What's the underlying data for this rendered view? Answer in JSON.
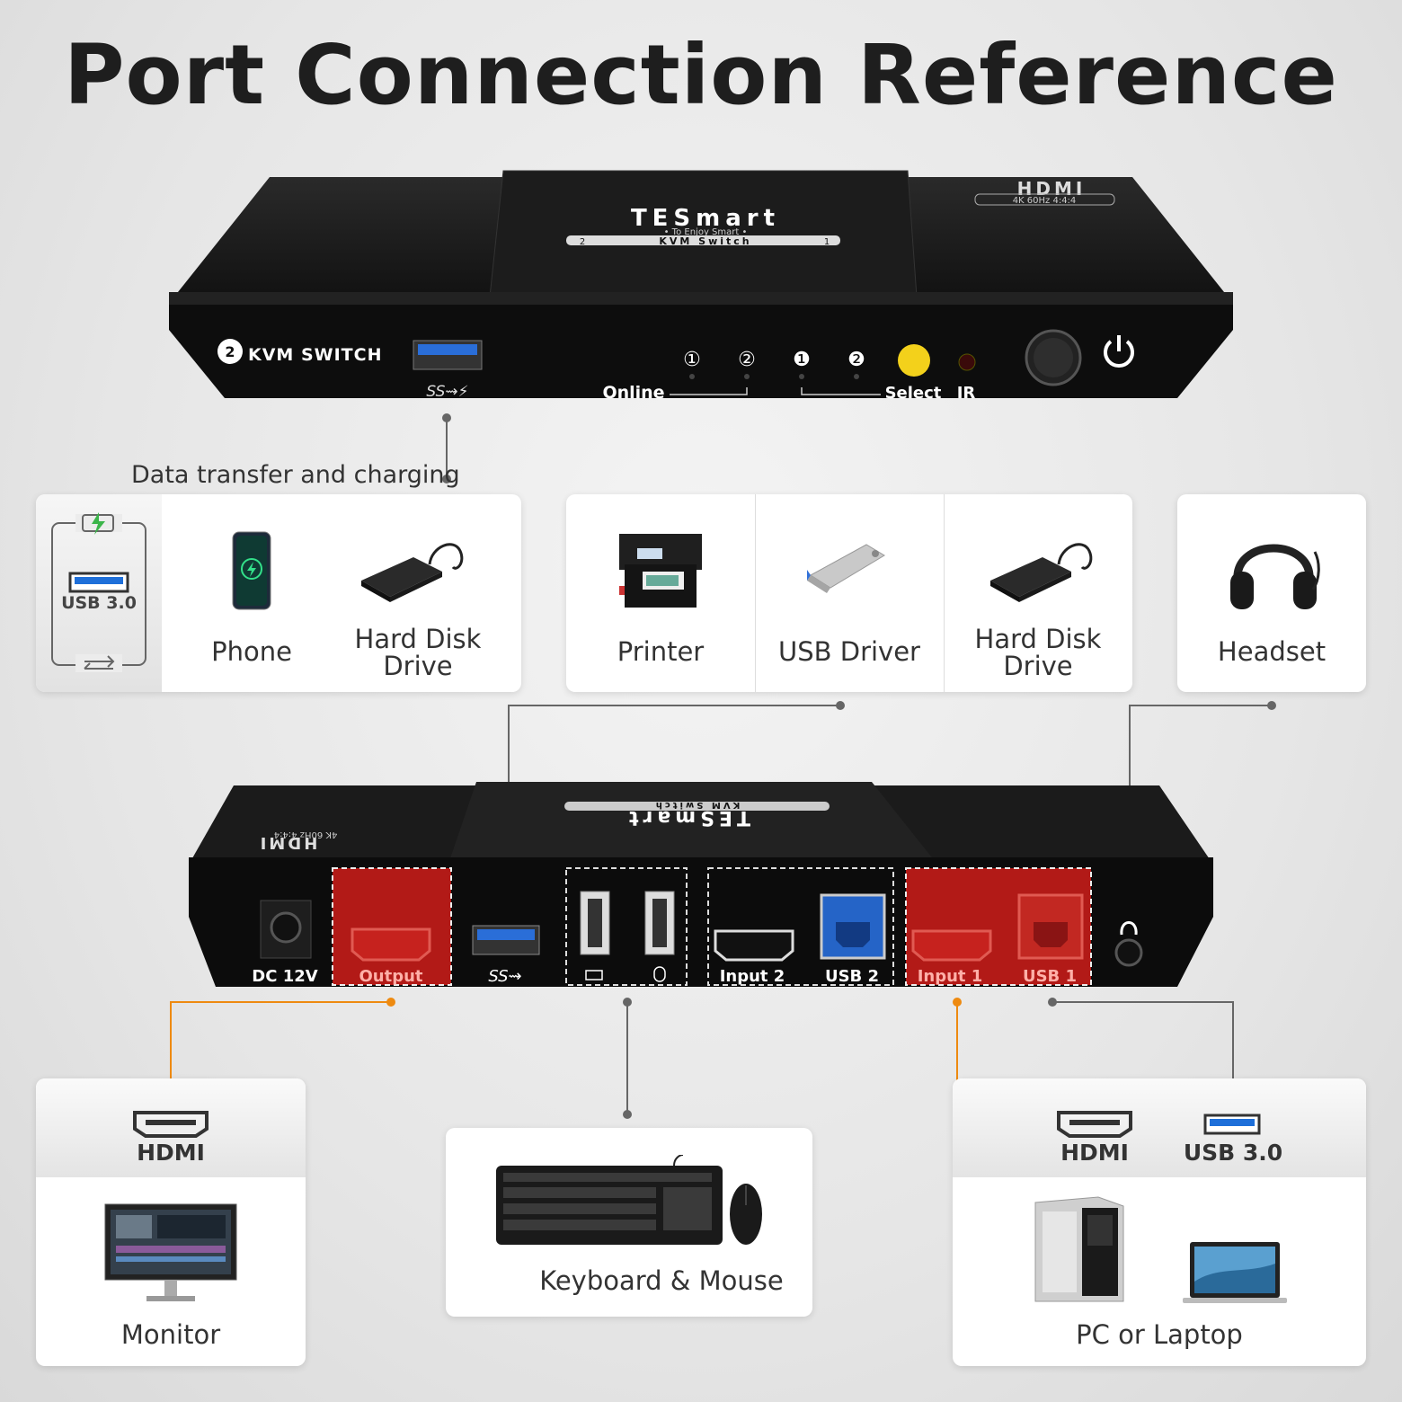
{
  "title": "Port Connection Reference",
  "front_panel": {
    "brand": "TESmart",
    "brand_sub": "• To Enjoy Smart •",
    "brand_bar": "KVM Switch",
    "badge_left": "2",
    "badge_right": "1",
    "hdmi_logo": "HDMI",
    "hdmi_spec": "4K 60Hz 4:4:4",
    "kvm_logo": "KVM SWITCH",
    "kvm_badge": "2",
    "usb_label": "SS⇝⚡",
    "led_1": "①",
    "led_2": "②",
    "sel_1": "❶",
    "sel_2": "❷",
    "online_label": "Online",
    "select_label": "Select",
    "ir_label": "IR"
  },
  "usb_note": "Data transfer and charging",
  "usb_group": {
    "badge_label": "USB 3.0",
    "devices": [
      "Phone",
      "Hard Disk Drive"
    ]
  },
  "middle_group": {
    "devices": [
      "Printer",
      "USB Driver",
      "Hard Disk Drive"
    ]
  },
  "headset_card": {
    "device": "Headset"
  },
  "rear_panel": {
    "dc_label": "DC 12V",
    "output_label": "Output",
    "usb_label": "SS⇝",
    "input2_label": "Input 2",
    "usb2_label": "USB 2",
    "input1_label": "Input 1",
    "usb1_label": "USB 1",
    "hdmi_logo": "HDMI",
    "hdmi_spec": "4K 60Hz 4:4:4",
    "brand": "TESmart",
    "brand_bar": "KVM Switch"
  },
  "monitor_card": {
    "port": "HDMI",
    "device": "Monitor"
  },
  "keyboard_card": {
    "device": "Keyboard & Mouse"
  },
  "pc_card": {
    "port_hdmi": "HDMI",
    "port_usb": "USB 3.0",
    "device": "PC or Laptop"
  },
  "colors": {
    "accent_orange": "#ee8a10",
    "port_red": "#b21a17",
    "usb_blue": "#1e6fd9",
    "select_yellow": "#f3d11b"
  }
}
